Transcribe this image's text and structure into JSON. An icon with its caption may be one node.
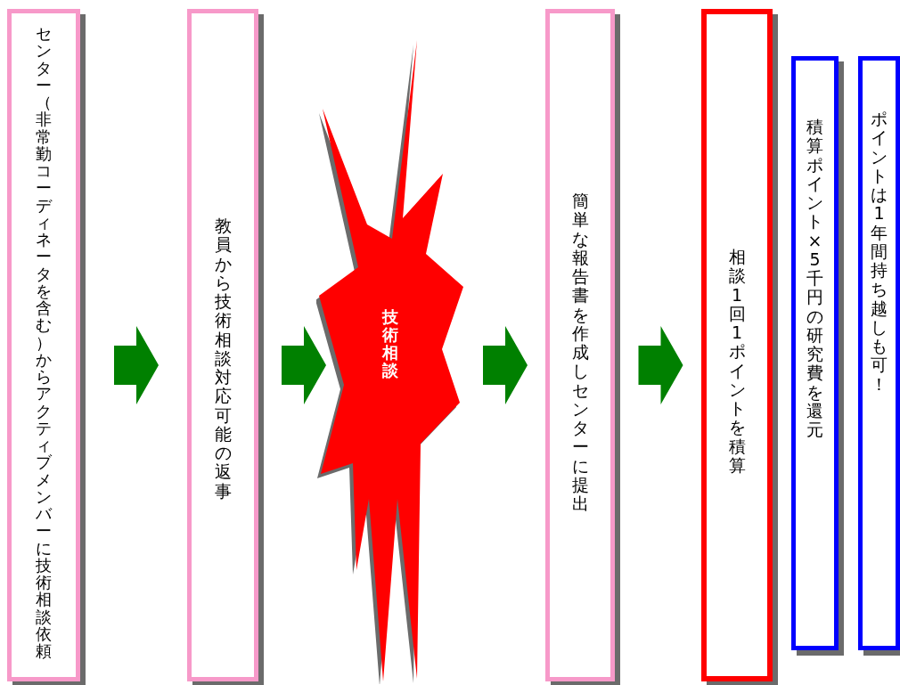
{
  "diagram": {
    "nodes": [
      {
        "text": [
          "センター（非常勤コーディネータを含む）からアクティブメンバーに技術相談依頼"
        ]
      },
      {
        "text": [
          "教員から技術相談対応可能の返事"
        ]
      },
      {
        "text": [
          "技術相談"
        ]
      },
      {
        "text": [
          "簡単な報告書を作成しセンターに提出"
        ]
      },
      {
        "text": [
          "相談1回1ポイントを積算"
        ]
      },
      {
        "text": [
          "積算ポイント×5千円の研究費を還元"
        ]
      },
      {
        "text": [
          "ポイントは1年間持ち越しも可！"
        ]
      }
    ],
    "edges": [
      {
        "from": 0,
        "to": 1,
        "arrow": "to"
      },
      {
        "from": 1,
        "to": 2,
        "arrow": "to"
      },
      {
        "from": 2,
        "to": 3,
        "arrow": "to"
      },
      {
        "from": 3,
        "to": 4,
        "arrow": "to"
      }
    ]
  }
}
